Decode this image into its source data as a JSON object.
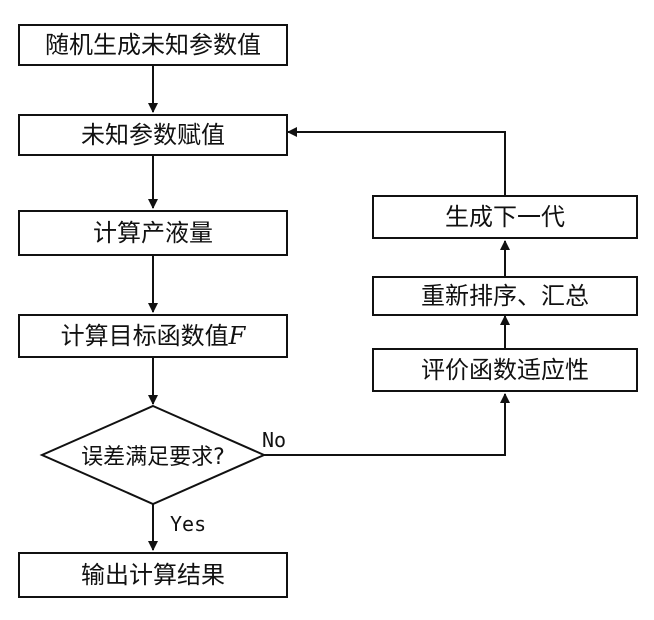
{
  "flowchart": {
    "steps": {
      "random_init": "随机生成未知参数值",
      "assign": "未知参数赋值",
      "compute_output": "计算产液量",
      "compute_objective_prefix": "计算目标函数值",
      "compute_objective_var": "F",
      "decision": "误差满足要求?",
      "output": "输出计算结果",
      "evaluate": "评价函数适应性",
      "reorder": "重新排序、汇总",
      "next_gen": "生成下一代"
    },
    "edge_labels": {
      "no": "No",
      "yes": "Yes"
    }
  }
}
